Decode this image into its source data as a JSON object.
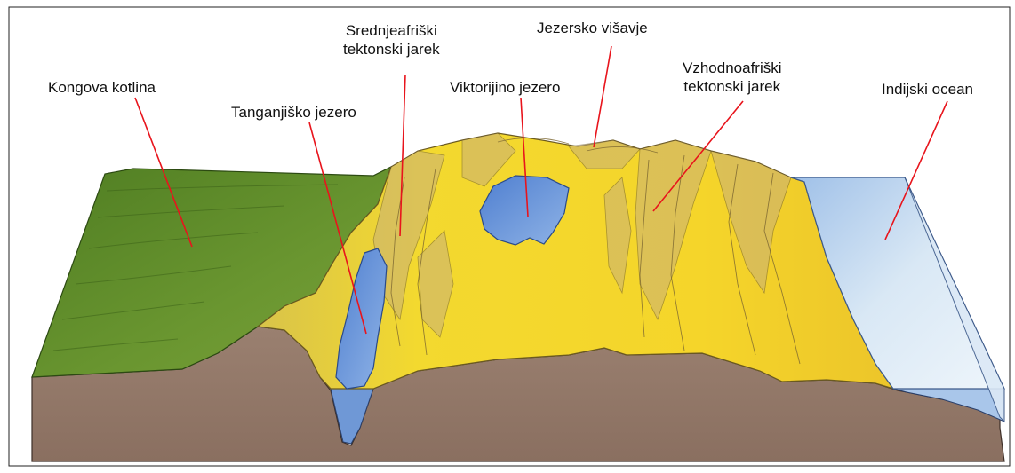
{
  "labels": {
    "kongo": "Kongova kotlina",
    "tanganjika": "Tanganjiško jezero",
    "srednje": [
      "Srednjeafriški",
      "tektonski jarek"
    ],
    "viktorija": "Viktorijino jezero",
    "jezersko": "Jezersko višavje",
    "vzhodno": [
      "Vzhodnoafriški",
      "tektonski jarek"
    ],
    "indijski": "Indijski ocean"
  },
  "colors": {
    "leader": "#e8141c",
    "forest": "#5d8a2a",
    "savanna": "#f2d52a",
    "water": "#6f98d6",
    "ocean": "#dcebf7",
    "rock": "#8f7565"
  }
}
